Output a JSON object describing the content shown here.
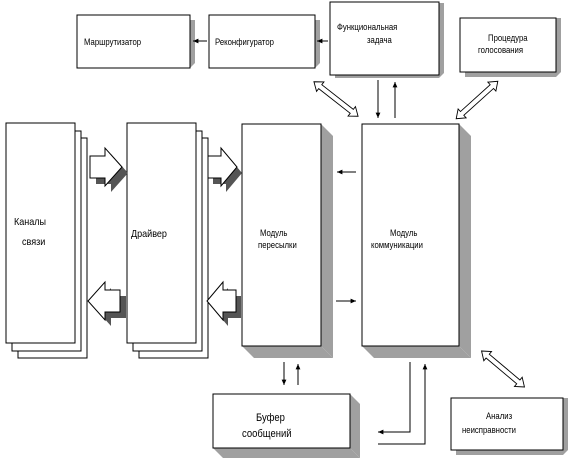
{
  "blocks": {
    "router": "Маршрутизатор",
    "reconfigurator": "Реконфигуратор",
    "functional_task": [
      "Функциональная",
      "задача"
    ],
    "voting_procedure": [
      "Процедура",
      "голосования"
    ],
    "channels": [
      "Каналы",
      "связи"
    ],
    "driver": "Драйвер",
    "forwarding_module": [
      "Модуль",
      "пересылки"
    ],
    "communication_module": [
      "Модуль",
      "коммуникации"
    ],
    "message_buffer": [
      "Буфер",
      "сообщений"
    ],
    "fault_analysis": [
      "Анализ",
      "неисправности"
    ]
  }
}
